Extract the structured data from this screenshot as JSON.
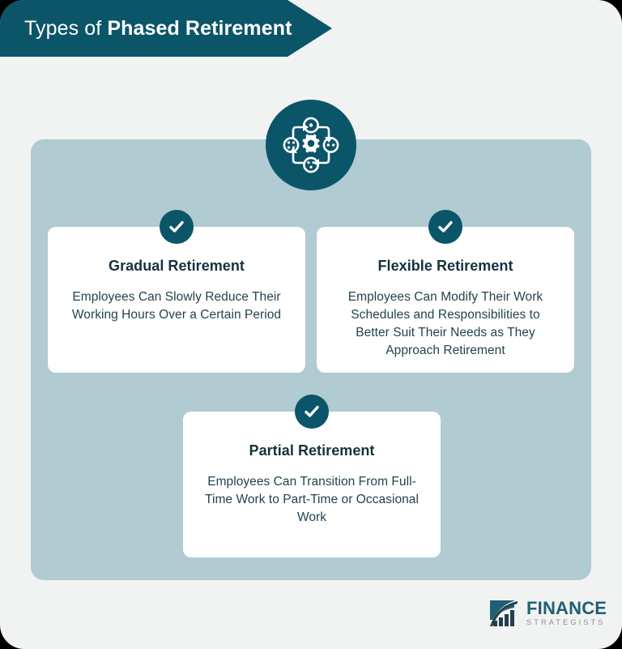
{
  "theme": {
    "page_background": "#000000",
    "card_background": "#F1F2F2",
    "banner_color": "#0B5569",
    "panel_color": "#B0CBD2",
    "accent_teal": "#0B5569",
    "heading_color": "#15323D",
    "body_color": "#23434F",
    "card_surface": "#FFFFFF",
    "logo_word_color": "#1F6072",
    "logo_sub_color": "#8A9296"
  },
  "header": {
    "title_light": "Types of ",
    "title_bold": "Phased Retirement",
    "icon": "process-cycle-icon"
  },
  "cards": [
    {
      "badge_icon": "check-icon",
      "title": "Gradual Retirement",
      "body": "Employees Can Slowly Reduce Their Working Hours Over a Certain Period"
    },
    {
      "badge_icon": "check-icon",
      "title": "Flexible Retirement",
      "body": "Employees Can Modify Their Work Schedules and Responsibilities to Better Suit Their Needs as They Approach Retirement"
    },
    {
      "badge_icon": "check-icon",
      "title": "Partial Retirement",
      "body": "Employees Can Transition From Full-Time Work to Part-Time or Occasional Work"
    }
  ],
  "footer": {
    "logo_mark": "bar-chart-arc-icon",
    "logo_word": "FINANCE",
    "logo_sub": "STRATEGISTS"
  }
}
